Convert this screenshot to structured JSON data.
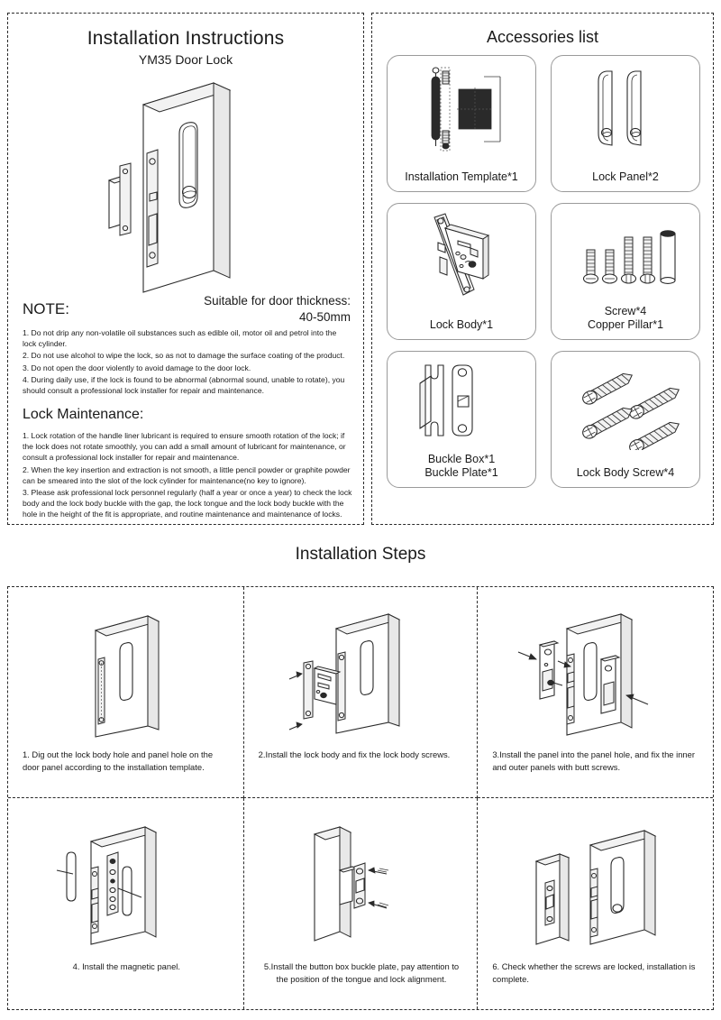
{
  "left_panel": {
    "title": "Installation Instructions",
    "subtitle": "YM35 Door Lock",
    "thickness_line1": "Suitable for door thickness:",
    "thickness_line2": "40-50mm",
    "note_heading": "NOTE:",
    "note_items": [
      "1. Do not drip any non-volatile oil substances such as edible oil, motor oil and petrol into the lock cylinder.",
      "2. Do not use alcohol to wipe the lock, so as not to damage the surface coating of the product.",
      "3. Do not open the door violently to avoid damage to the door lock.",
      "4. During daily use, if the lock is found to be abnormal (abnormal sound, unable to rotate), you should consult a professional lock installer for repair and maintenance."
    ],
    "maintenance_heading": "Lock Maintenance:",
    "maintenance_items": [
      "1. Lock rotation of the handle liner lubricant is required to ensure smooth rotation of the lock; if the lock does not rotate smoothly, you can add a small amount of lubricant for maintenance, or consult a professional lock installer for repair and maintenance.",
      "2. When the key insertion and extraction is not smooth, a little pencil powder or graphite powder can be smeared into the slot of the lock cylinder for maintenance(no key to ignore).",
      "3. Please ask professional lock personnel regularly (half a year or once a year) to check the lock body and the lock body buckle with the gap, the lock tongue and the lock body buckle with the hole in the height of the fit is appropriate, and routine maintenance and maintenance of locks."
    ]
  },
  "accessories": {
    "title": "Accessories list",
    "items": [
      {
        "label_lines": [
          "Installation Template*1"
        ],
        "art": "installation-template"
      },
      {
        "label_lines": [
          "Lock Panel*2"
        ],
        "art": "lock-panel"
      },
      {
        "label_lines": [
          "Lock Body*1"
        ],
        "art": "lock-body"
      },
      {
        "label_lines": [
          "Screw*4",
          "Copper Pillar*1"
        ],
        "art": "screws-pillar"
      },
      {
        "label_lines": [
          "Buckle Box*1",
          "Buckle Plate*1"
        ],
        "art": "buckle-box-plate"
      },
      {
        "label_lines": [
          "Lock Body Screw*4"
        ],
        "art": "lock-body-screws"
      }
    ]
  },
  "steps": {
    "title": "Installation Steps",
    "items": [
      {
        "text": "1. Dig out the lock body hole and panel hole on the door panel according to the installation template.",
        "align": "left"
      },
      {
        "text": "2.Install the lock body and fix the lock body screws.",
        "align": "left"
      },
      {
        "text": "3.Install the panel into the panel hole, and fix the inner and outer panels with butt screws.",
        "align": "left"
      },
      {
        "text": "4. Install the magnetic panel.",
        "align": "center"
      },
      {
        "text": "5.Install the button box buckle plate, pay attention to the position of the tongue and lock alignment.",
        "align": "center"
      },
      {
        "text": "6. Check whether the screws are locked, installation is complete.",
        "align": "left"
      }
    ]
  },
  "colors": {
    "ink": "#1a1a1a",
    "line": "#2a2a2a",
    "card_border": "#9a9a9a",
    "fill_light": "#f2f2f2",
    "fill_dark": "#2a2a2a"
  }
}
